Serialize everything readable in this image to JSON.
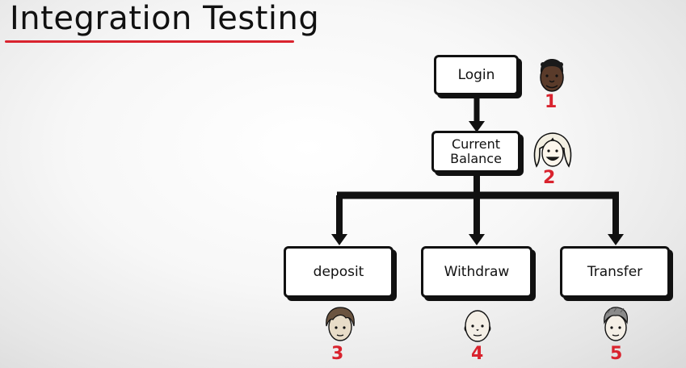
{
  "title": "Integration Testing",
  "accent_color": "#d9232e",
  "nodes": {
    "login": {
      "label": "Login",
      "order": "1"
    },
    "current_balance": {
      "label": "Current Balance",
      "line1": "Current",
      "line2": "Balance",
      "order": "2"
    },
    "deposit": {
      "label": "deposit",
      "order": "3"
    },
    "withdraw": {
      "label": "Withdraw",
      "order": "4"
    },
    "transfer": {
      "label": "Transfer",
      "order": "5"
    }
  },
  "edges": [
    {
      "from": "Login",
      "to": "Current Balance"
    },
    {
      "from": "Current Balance",
      "to": "deposit"
    },
    {
      "from": "Current Balance",
      "to": "Withdraw"
    },
    {
      "from": "Current Balance",
      "to": "Transfer"
    }
  ],
  "icons": [
    "person-face-icon"
  ]
}
